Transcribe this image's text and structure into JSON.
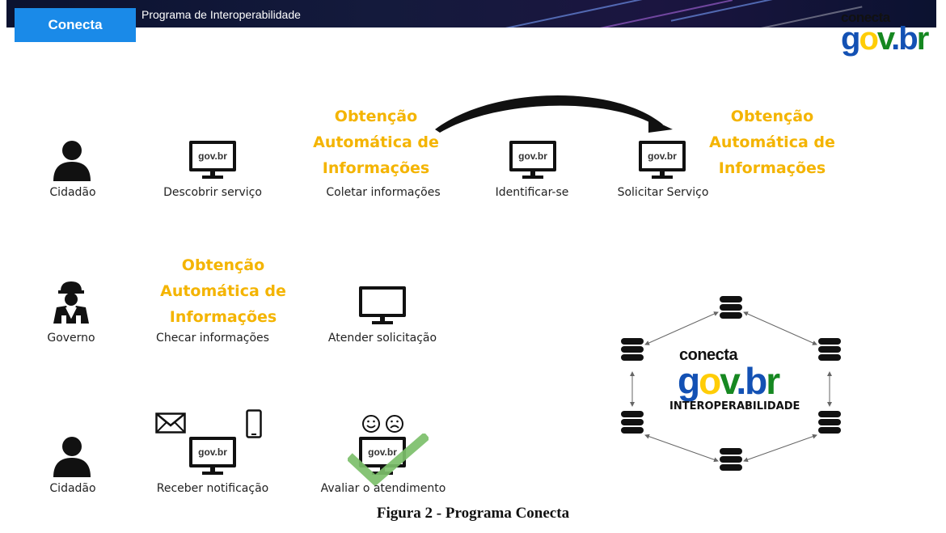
{
  "header": {
    "tab_label": "Conecta",
    "program_title": "Programa de Interoperabilidade"
  },
  "logo": {
    "small": "conecta",
    "g": "g",
    "o": "o",
    "v": "v",
    "dot": ".",
    "b": "b",
    "r": "r"
  },
  "yellow_text": {
    "line1": "Obtenção",
    "line2": "Automática de",
    "line3": "Informações"
  },
  "monitor_logo": "gov.br",
  "row1": {
    "actor": "Cidadão",
    "step1": "Descobrir serviço",
    "step2": "Coletar informações",
    "step3": "Identificar-se",
    "step4": "Solicitar Serviço"
  },
  "row2": {
    "actor": "Governo",
    "step1": "Checar informações",
    "step2": "Atender solicitação"
  },
  "row3": {
    "actor": "Cidadão",
    "step1": "Receber notificação",
    "step2": "Avaliar o atendimento"
  },
  "network": {
    "small": "conecta",
    "big_g": "g",
    "big_o": "o",
    "big_v": "v",
    "big_dot": ".",
    "big_b": "b",
    "big_r": "r",
    "subtitle": "INTEROPERABILIDADE"
  },
  "caption": "Figura 2 - Programa Conecta",
  "colors": {
    "yellow": "#f4b400",
    "blue": "#1a8ae8",
    "green_check": "#7cbf6a",
    "gov_green": "#168821",
    "gov_blue": "#1351b4",
    "gov_yellow": "#ffcd07"
  }
}
